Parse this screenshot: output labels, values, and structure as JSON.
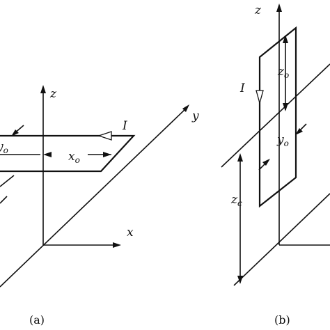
{
  "panel_a": {
    "axis_labels": {
      "z": "z",
      "y": "y",
      "x": "x"
    },
    "current_label": "I",
    "dim_x": {
      "base": "x",
      "sub": "o"
    },
    "dim_y": {
      "base": "y",
      "sub": "o"
    },
    "caption": "(a)"
  },
  "panel_b": {
    "axis_labels": {
      "z": "z"
    },
    "current_label": "I",
    "dim_z": {
      "base": "z",
      "sub": "o"
    },
    "dim_y": {
      "base": "y",
      "sub": "o"
    },
    "dim_zc": {
      "base": "z",
      "sub": "c"
    },
    "caption": "(b)"
  }
}
